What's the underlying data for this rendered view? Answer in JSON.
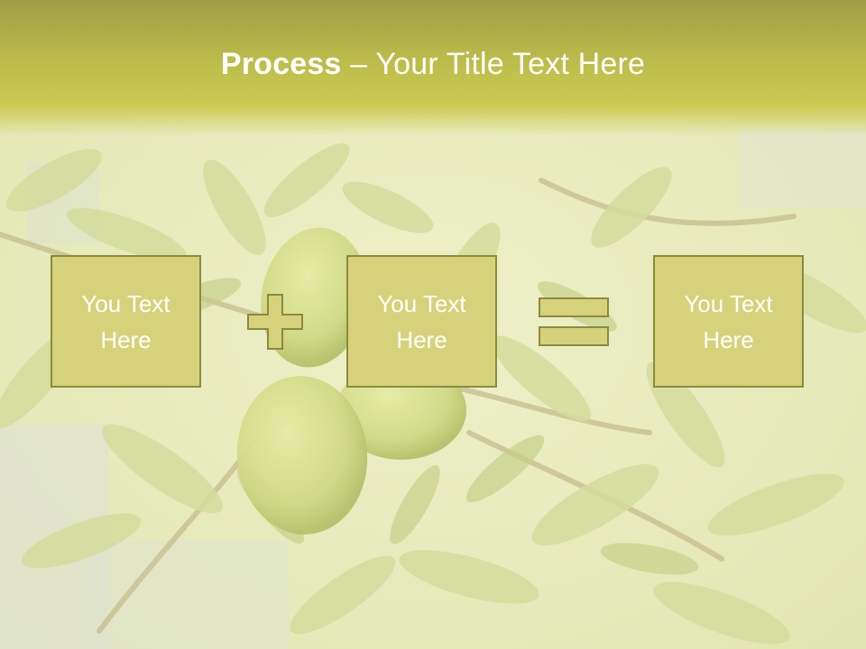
{
  "slide": {
    "title_bold": "Process",
    "title_rest": " – Your Title Text Here",
    "boxes": [
      {
        "line1": "You Text",
        "line2": "Here"
      },
      {
        "line1": "You Text",
        "line2": "Here"
      },
      {
        "line1": "You Text",
        "line2": "Here"
      }
    ],
    "operators": [
      "plus-icon",
      "equals-icon"
    ]
  },
  "colors": {
    "header": "#bcbc4b",
    "box_fill": "#d5d27b",
    "box_border": "#8c8a3f",
    "text": "#ffffff"
  }
}
